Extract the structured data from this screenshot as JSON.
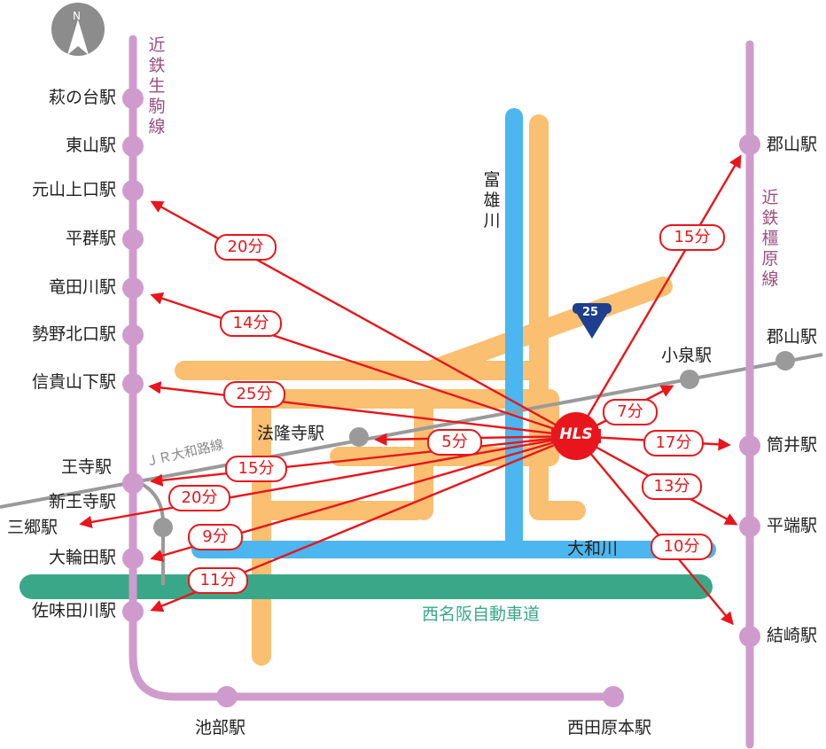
{
  "north_label": "N",
  "lines": {
    "kintetsu_ikoma": "近鉄生駒線",
    "kintetsu_kashihara": "近鉄橿原線",
    "jr_yamatoji": "ＪＲ大和路線"
  },
  "rivers": {
    "tomio": "富雄川",
    "yamato": "大和川"
  },
  "route_badge": "25",
  "expressway": "西名阪自動車道",
  "stations": {
    "hagi_no_dai": "萩の台駅",
    "higashiyama": "東山駅",
    "motoyama_kamiguchi": "元山上口駅",
    "heguri": "平群駅",
    "tatsutagawa": "竜田川駅",
    "seya_kitaguchi": "勢野北口駅",
    "shigisan_shita": "信貴山下駅",
    "oji": "王寺駅",
    "shin_oji": "新王寺駅",
    "sango": "三郷駅",
    "owada": "大輪田駅",
    "samitagawa": "佐味田川駅",
    "ikebe": "池部駅",
    "nishitawaramoto": "西田原本駅",
    "horyuji": "法隆寺駅",
    "koizumi": "小泉駅",
    "koriyama_jr": "郡山駅",
    "koriyama_kintetsu": "郡山駅",
    "tsutsui": "筒井駅",
    "hirahata": "平端駅",
    "yuizaki": "結崎駅"
  },
  "travel_times": {
    "motoyama_kamiguchi": "20分",
    "tatsutagawa": "14分",
    "shigisan_shita": "25分",
    "horyuji": "5分",
    "oji": "15分",
    "sango": "20分",
    "owada": "9分",
    "samitagawa": "11分",
    "koizumi": "7分",
    "koriyama_kintetsu": "15分",
    "tsutsui": "17分",
    "hirahata": "13分",
    "yuizaki": "10分"
  },
  "colors": {
    "kintetsu_line": "#cf9bcd",
    "kintetsu_text": "#9b4f82",
    "road": "#fbbf71",
    "river": "#4bb6ef",
    "expressway": "#3aa888",
    "jr_line": "#9a9a9a",
    "arrow": "#e8161c",
    "route_badge": "#1d3f8e"
  },
  "origin_logo": "HLS"
}
